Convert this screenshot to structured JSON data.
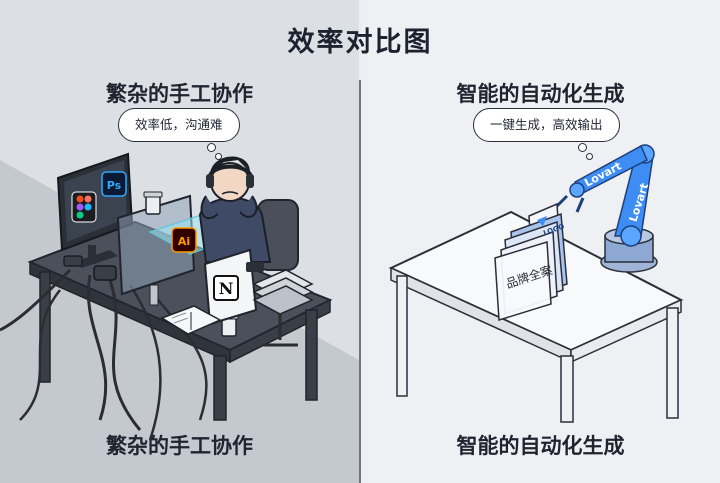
{
  "title": "效率对比图",
  "left": {
    "title": "繁杂的手工协作",
    "thought": "效率低，沟通难",
    "caption": "繁杂的手工协作",
    "app_icons": [
      "Ps",
      "Ai"
    ]
  },
  "right": {
    "title": "智能的自动化生成",
    "thought": "一键生成，高效输出",
    "caption": "智能的自动化生成",
    "robot_label_1": "Lovart",
    "robot_label_2": "Lovart",
    "card_logo": "LOGO",
    "folder_label": "品牌全案"
  },
  "colors": {
    "robot_blue": "#3d8df5",
    "desk_dark": "#4a4f5a",
    "desk_light": "#f7f8fa"
  },
  "icons": [
    "figma-icon",
    "photoshop-icon",
    "illustrator-icon",
    "notion-icon",
    "coffee-cup-icon",
    "robot-arm-icon",
    "folder-icon"
  ]
}
